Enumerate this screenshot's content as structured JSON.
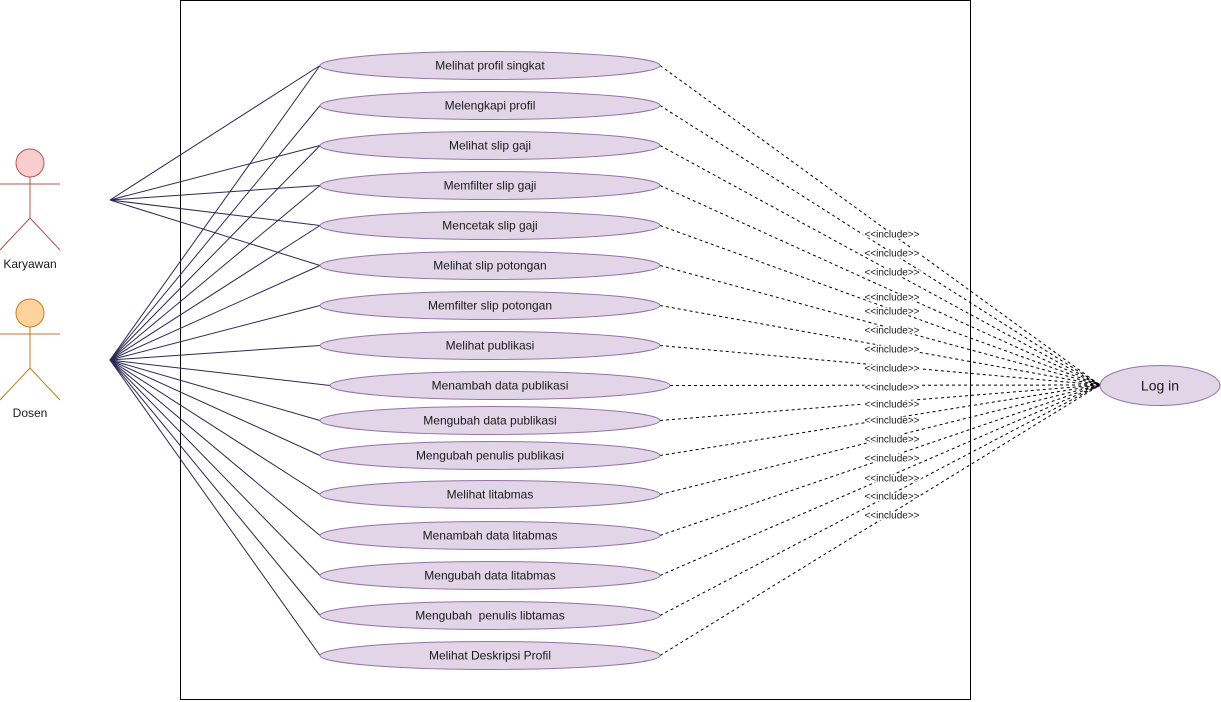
{
  "colors": {
    "use_case_fill": "#e1d5e7",
    "use_case_stroke": "#9673a6",
    "association_line": "#2e2855",
    "include_line": "#000000",
    "karyawan_fill": "#f8cecc",
    "karyawan_stroke": "#b85450",
    "dosen_fill": "#ffd49c",
    "dosen_stroke": "#c97a1a"
  },
  "actors": {
    "karyawan": {
      "label": "Karyawan",
      "icon": "actor-stick-figure"
    },
    "dosen": {
      "label": "Dosen",
      "icon": "actor-stick-figure"
    }
  },
  "use_cases": [
    {
      "label": "Melihat profil singkat",
      "actors": [
        "karyawan",
        "dosen"
      ]
    },
    {
      "label": "Melengkapi profil",
      "actors": [
        "dosen"
      ]
    },
    {
      "label": "Melihat slip gaji",
      "actors": [
        "karyawan",
        "dosen"
      ]
    },
    {
      "label": "Memfilter slip gaji",
      "actors": [
        "karyawan",
        "dosen"
      ]
    },
    {
      "label": "Mencetak slip gaji",
      "actors": [
        "karyawan",
        "dosen"
      ]
    },
    {
      "label": "Melihat slip potongan",
      "actors": [
        "karyawan",
        "dosen"
      ]
    },
    {
      "label": "Memfilter slip potongan",
      "actors": [
        "dosen"
      ]
    },
    {
      "label": "Melihat publikasi",
      "actors": [
        "dosen"
      ]
    },
    {
      "label": "Menambah data publikasi",
      "actors": [
        "dosen"
      ]
    },
    {
      "label": "Mengubah data publikasi",
      "actors": [
        "dosen"
      ]
    },
    {
      "label": "Mengubah penulis publikasi",
      "actors": [
        "dosen"
      ]
    },
    {
      "label": "Melihat litabmas",
      "actors": [
        "dosen"
      ]
    },
    {
      "label": "Menambah data litabmas",
      "actors": [
        "dosen"
      ]
    },
    {
      "label": "Mengubah data litabmas",
      "actors": [
        "dosen"
      ]
    },
    {
      "label": "Mengubah  penulis libtamas",
      "actors": [
        "dosen"
      ]
    },
    {
      "label": "Melihat Deskripsi Profil",
      "actors": [
        "dosen"
      ]
    }
  ],
  "login": {
    "label": "Log in"
  },
  "include_label": "<<include>>"
}
